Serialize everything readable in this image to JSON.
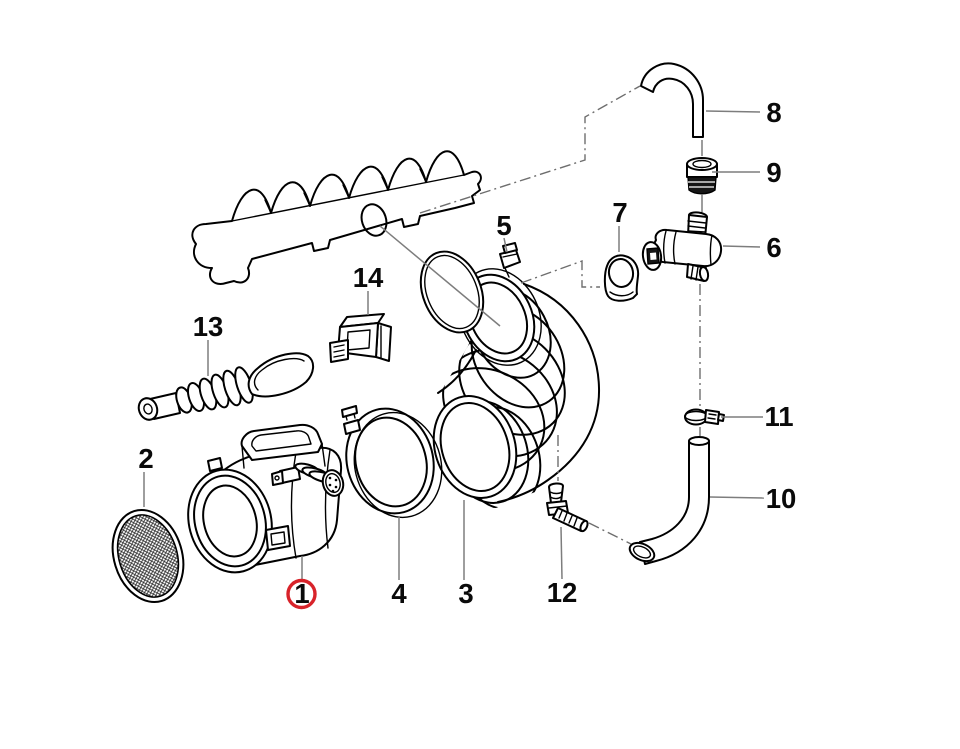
{
  "diagram": {
    "background_color": "#ffffff",
    "line_color": "#000000",
    "leader_color": "#7d7d7d",
    "highlight_color": "#d8232a",
    "selected_callout": "1",
    "callouts": [
      {
        "label": "1",
        "highlighted": true
      },
      {
        "label": "2",
        "highlighted": false
      },
      {
        "label": "3",
        "highlighted": false
      },
      {
        "label": "4",
        "highlighted": false
      },
      {
        "label": "5",
        "highlighted": false
      },
      {
        "label": "6",
        "highlighted": false
      },
      {
        "label": "7",
        "highlighted": false
      },
      {
        "label": "8",
        "highlighted": false
      },
      {
        "label": "9",
        "highlighted": false
      },
      {
        "label": "10",
        "highlighted": false
      },
      {
        "label": "11",
        "highlighted": false
      },
      {
        "label": "12",
        "highlighted": false
      },
      {
        "label": "13",
        "highlighted": false
      },
      {
        "label": "14",
        "highlighted": false
      }
    ]
  }
}
